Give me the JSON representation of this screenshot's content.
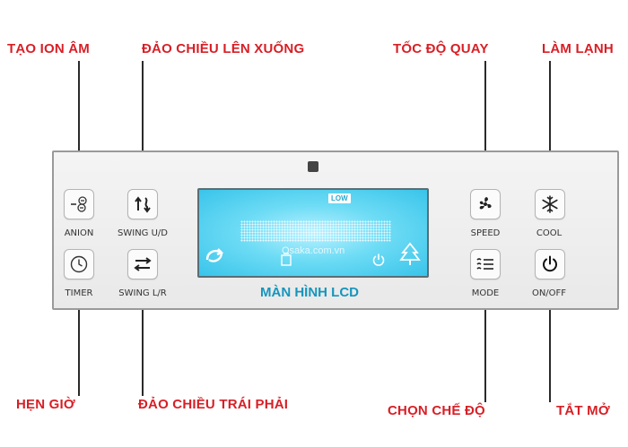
{
  "callouts": {
    "anion": "TẠO ION ÂM",
    "swing_ud": "ĐẢO CHIỀU LÊN XUỐNG",
    "speed": "TỐC ĐỘ QUAY",
    "cool": "LÀM LẠNH",
    "timer": "HẸN GIỜ",
    "swing_lr": "ĐẢO CHIỀU TRÁI PHẢI",
    "mode": "CHỌN CHẾ ĐỘ",
    "onoff": "TẮT MỞ"
  },
  "buttons": {
    "anion": "ANION",
    "swing_ud": "SWING U/D",
    "speed": "SPEED",
    "cool": "COOL",
    "timer": "TIMER",
    "swing_lr": "SWING L/R",
    "mode": "MODE",
    "onoff": "ON/OFF"
  },
  "lcd": {
    "speed_indicator": "LOW",
    "watermark": "Osaka.com.vn",
    "caption": "MÀN HÌNH LCD"
  },
  "colors": {
    "callout": "#d81f26",
    "lcd_glow": "#39c4ea",
    "caption": "#1695bd"
  }
}
